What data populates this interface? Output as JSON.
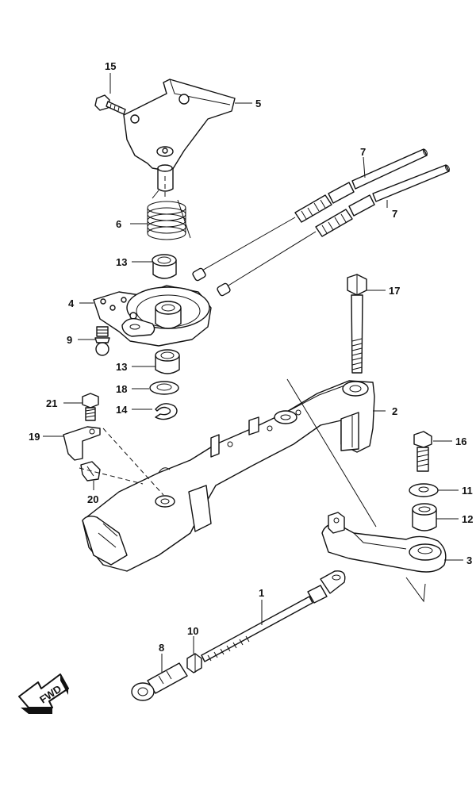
{
  "callouts": [
    {
      "id": "15",
      "text": "15"
    },
    {
      "id": "5",
      "text": "5"
    },
    {
      "id": "7a",
      "text": "7"
    },
    {
      "id": "7b",
      "text": "7"
    },
    {
      "id": "6",
      "text": "6"
    },
    {
      "id": "13a",
      "text": "13"
    },
    {
      "id": "4",
      "text": "4"
    },
    {
      "id": "9",
      "text": "9"
    },
    {
      "id": "13b",
      "text": "13"
    },
    {
      "id": "18",
      "text": "18"
    },
    {
      "id": "14",
      "text": "14"
    },
    {
      "id": "17",
      "text": "17"
    },
    {
      "id": "21",
      "text": "21"
    },
    {
      "id": "2",
      "text": "2"
    },
    {
      "id": "19",
      "text": "19"
    },
    {
      "id": "16",
      "text": "16"
    },
    {
      "id": "20",
      "text": "20"
    },
    {
      "id": "11",
      "text": "11"
    },
    {
      "id": "12",
      "text": "12"
    },
    {
      "id": "3",
      "text": "3"
    },
    {
      "id": "1",
      "text": "1"
    },
    {
      "id": "10",
      "text": "10"
    },
    {
      "id": "8",
      "text": "8"
    }
  ],
  "fwd_arrow": {
    "text": "FWD"
  }
}
